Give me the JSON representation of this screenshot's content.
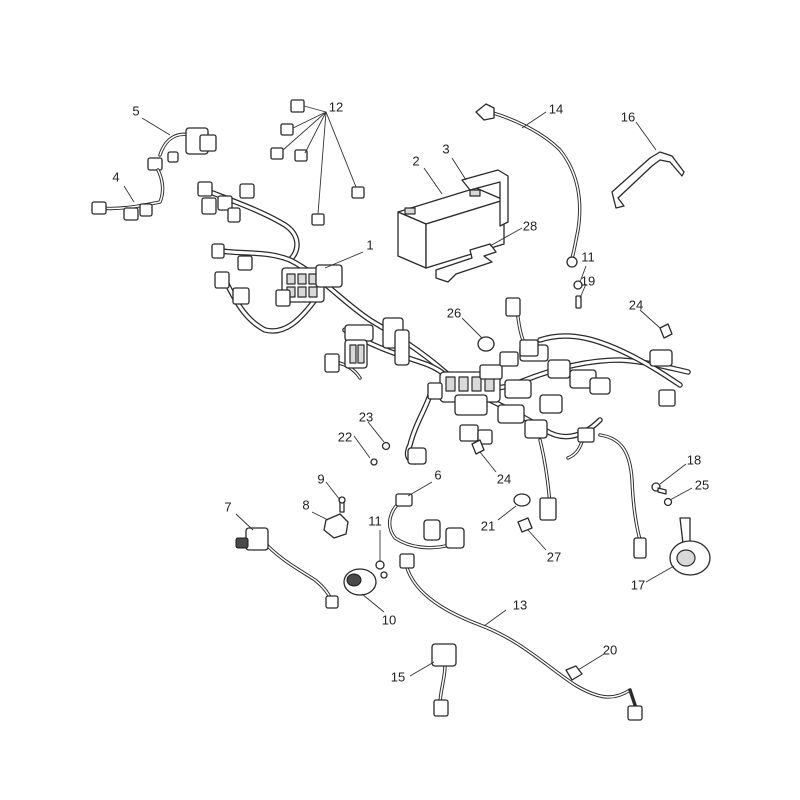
{
  "callouts": [
    {
      "id": "c1",
      "text": "1"
    },
    {
      "id": "c2",
      "text": "2"
    },
    {
      "id": "c3",
      "text": "3"
    },
    {
      "id": "c4",
      "text": "4"
    },
    {
      "id": "c5",
      "text": "5"
    },
    {
      "id": "c6",
      "text": "6"
    },
    {
      "id": "c7",
      "text": "7"
    },
    {
      "id": "c8",
      "text": "8"
    },
    {
      "id": "c9",
      "text": "9"
    },
    {
      "id": "c10",
      "text": "10"
    },
    {
      "id": "c11a",
      "text": "11"
    },
    {
      "id": "c11b",
      "text": "11"
    },
    {
      "id": "c12",
      "text": "12"
    },
    {
      "id": "c13",
      "text": "13"
    },
    {
      "id": "c14",
      "text": "14"
    },
    {
      "id": "c15",
      "text": "15"
    },
    {
      "id": "c16",
      "text": "16"
    },
    {
      "id": "c17",
      "text": "17"
    },
    {
      "id": "c18",
      "text": "18"
    },
    {
      "id": "c19",
      "text": "19"
    },
    {
      "id": "c20",
      "text": "20"
    },
    {
      "id": "c21",
      "text": "21"
    },
    {
      "id": "c22",
      "text": "22"
    },
    {
      "id": "c23",
      "text": "23"
    },
    {
      "id": "c24a",
      "text": "24"
    },
    {
      "id": "c24b",
      "text": "24"
    },
    {
      "id": "c25",
      "text": "25"
    },
    {
      "id": "c26",
      "text": "26"
    },
    {
      "id": "c27",
      "text": "27"
    },
    {
      "id": "c28",
      "text": "28"
    }
  ]
}
